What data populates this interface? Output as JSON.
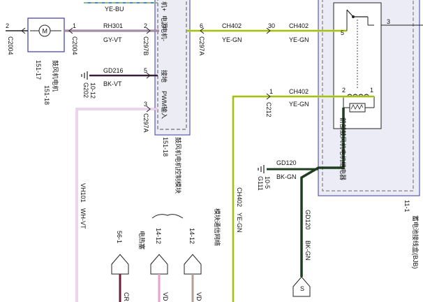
{
  "wires": {
    "ye_bu": "YE-BU",
    "rh301": "RH301",
    "gy_vt": "GY-VT",
    "gd216": "GD216",
    "bk_vt": "BK-VT",
    "ch402_a": "CH402",
    "ye_gn_a": "YE-GN",
    "ch402_b": "CH402",
    "ye_gn_b": "YE-GN",
    "ch402_c": "CH402",
    "ye_gn_c": "YE-GN",
    "ch402_v": "CH402",
    "ye_gn_v": "YE-GN",
    "gd120_h": "GD120",
    "bk_gn_h": "BK-GN",
    "gd120_v": "GD120",
    "bk_gn_v": "BK-GN",
    "vh101": "VH101",
    "wh_vt": "WH-VT"
  },
  "connectors": {
    "c2004_left": "C2004",
    "c2004_right": "C2004",
    "c297b": "C297B",
    "c297a_top": "C297A",
    "c297a_bot": "C297A",
    "c212": "C212",
    "g202": "G202",
    "g202_ref": "10-12",
    "g111": "G111",
    "g111_ref": "10-5"
  },
  "pins": {
    "p2_left": "2",
    "p1_right": "1",
    "p2_c297b": "2",
    "p6": "6",
    "p30": "30",
    "p5_relay": "5",
    "p3_relay": "3",
    "p5_gnd": "5",
    "p3_pwm": "3",
    "p1_c212": "1",
    "p2_coil": "2",
    "p1_coil": "1"
  },
  "labels": {
    "motor_name": "鼓风机电机",
    "motor_ref_a": "151-17",
    "motor_ref_b": "151-18",
    "module_power": "电源",
    "module_motor": "电机-",
    "module_ground": "接地",
    "module_pwm": "PWM输入",
    "module_top": "机+",
    "module_name": "鼓风机电机控制模块",
    "module_ref": "151-18",
    "relay_name": "前部鼓风机电机继电器",
    "bjb_name": "蓄电池接线盒(BJB)",
    "bjb_ref": "11-1",
    "module_comm": "模块通信网络",
    "heater_label": "电热塞",
    "heater_ref": "56-1",
    "ref_14_12_a": "14-12",
    "ref_14_12_b": "14-12",
    "stub_cr": "CR",
    "stub_vd_a": "VD",
    "stub_vd_b": "VD",
    "s_label": "S"
  },
  "colors": {
    "ye_gn": "#d8e032",
    "bk_gn": "#1f3d1f",
    "gy_vt": "#8b6a8b",
    "wh_vt": "#d8a8d8",
    "blue_box": "#3a3aa8",
    "bjb_fill": "#ececf6",
    "module_fill": "#ececf4"
  }
}
